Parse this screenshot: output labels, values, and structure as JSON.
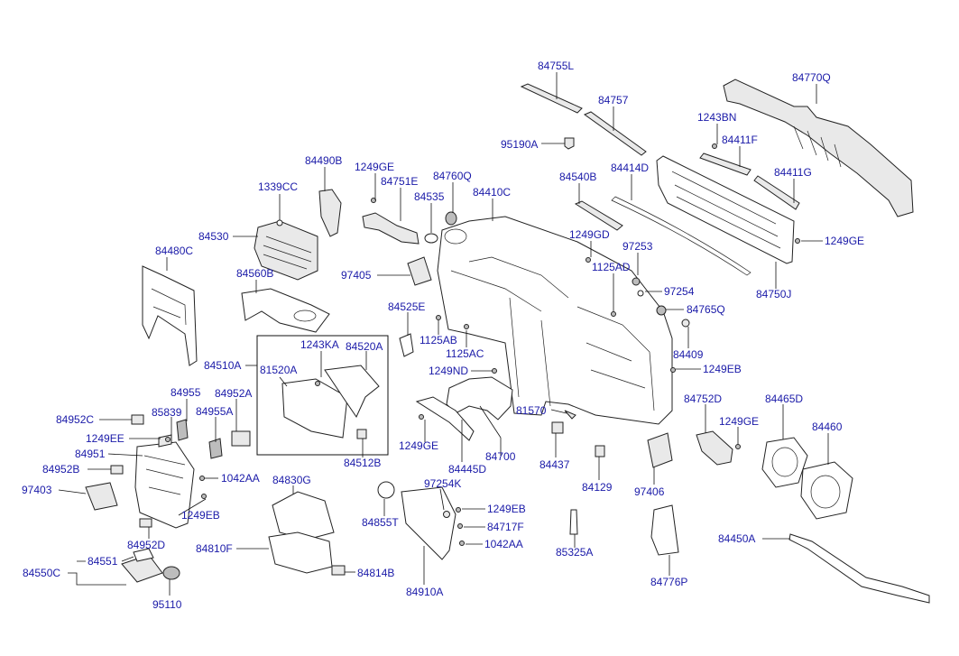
{
  "diagram": {
    "labels": [
      {
        "id": "84755L",
        "text": "84755L"
      },
      {
        "id": "84770Q",
        "text": "84770Q"
      },
      {
        "id": "84757",
        "text": "84757"
      },
      {
        "id": "1243BN",
        "text": "1243BN"
      },
      {
        "id": "95190A",
        "text": "95190A"
      },
      {
        "id": "84411F",
        "text": "84411F"
      },
      {
        "id": "84490B",
        "text": "84490B"
      },
      {
        "id": "1249GE_a",
        "text": "1249GE"
      },
      {
        "id": "84760Q",
        "text": "84760Q"
      },
      {
        "id": "84540B",
        "text": "84540B"
      },
      {
        "id": "84414D",
        "text": "84414D"
      },
      {
        "id": "84411G",
        "text": "84411G"
      },
      {
        "id": "1339CC",
        "text": "1339CC"
      },
      {
        "id": "84751E",
        "text": "84751E"
      },
      {
        "id": "84535",
        "text": "84535"
      },
      {
        "id": "84410C",
        "text": "84410C"
      },
      {
        "id": "84530",
        "text": "84530"
      },
      {
        "id": "1249GD",
        "text": "1249GD"
      },
      {
        "id": "1249GE_b",
        "text": "1249GE"
      },
      {
        "id": "84480C",
        "text": "84480C"
      },
      {
        "id": "97253",
        "text": "97253"
      },
      {
        "id": "1125AD",
        "text": "1125AD"
      },
      {
        "id": "97405",
        "text": "97405"
      },
      {
        "id": "84560B",
        "text": "84560B"
      },
      {
        "id": "97254",
        "text": "97254"
      },
      {
        "id": "84750J",
        "text": "84750J"
      },
      {
        "id": "84525E",
        "text": "84525E"
      },
      {
        "id": "84765Q",
        "text": "84765Q"
      },
      {
        "id": "1125AB",
        "text": "1125AB"
      },
      {
        "id": "1243KA",
        "text": "1243KA"
      },
      {
        "id": "84520A",
        "text": "84520A"
      },
      {
        "id": "1125AC",
        "text": "1125AC"
      },
      {
        "id": "84409",
        "text": "84409"
      },
      {
        "id": "84510A",
        "text": "84510A"
      },
      {
        "id": "81520A",
        "text": "81520A"
      },
      {
        "id": "1249ND",
        "text": "1249ND"
      },
      {
        "id": "1249EB_a",
        "text": "1249EB"
      },
      {
        "id": "84955",
        "text": "84955"
      },
      {
        "id": "84952A",
        "text": "84952A"
      },
      {
        "id": "84752D",
        "text": "84752D"
      },
      {
        "id": "84465D",
        "text": "84465D"
      },
      {
        "id": "85839",
        "text": "85839"
      },
      {
        "id": "84955A",
        "text": "84955A"
      },
      {
        "id": "81570",
        "text": "81570"
      },
      {
        "id": "1249GE_c",
        "text": "1249GE"
      },
      {
        "id": "84952C",
        "text": "84952C"
      },
      {
        "id": "84460",
        "text": "84460"
      },
      {
        "id": "1249EE",
        "text": "1249EE"
      },
      {
        "id": "1249GE_d",
        "text": "1249GE"
      },
      {
        "id": "84951",
        "text": "84951"
      },
      {
        "id": "84700",
        "text": "84700"
      },
      {
        "id": "84512B",
        "text": "84512B"
      },
      {
        "id": "84952B",
        "text": "84952B"
      },
      {
        "id": "84445D",
        "text": "84445D"
      },
      {
        "id": "84437",
        "text": "84437"
      },
      {
        "id": "1042AA_a",
        "text": "1042AA"
      },
      {
        "id": "84830G",
        "text": "84830G"
      },
      {
        "id": "97254K",
        "text": "97254K"
      },
      {
        "id": "97403",
        "text": "97403"
      },
      {
        "id": "84129",
        "text": "84129"
      },
      {
        "id": "97406",
        "text": "97406"
      },
      {
        "id": "1249EB_b",
        "text": "1249EB"
      },
      {
        "id": "1249EB_c",
        "text": "1249EB"
      },
      {
        "id": "84855T",
        "text": "84855T"
      },
      {
        "id": "84717F",
        "text": "84717F"
      },
      {
        "id": "84952D",
        "text": "84952D"
      },
      {
        "id": "84450A",
        "text": "84450A"
      },
      {
        "id": "84810F",
        "text": "84810F"
      },
      {
        "id": "1042AA_b",
        "text": "1042AA"
      },
      {
        "id": "85325A",
        "text": "85325A"
      },
      {
        "id": "84551",
        "text": "84551"
      },
      {
        "id": "84550C",
        "text": "84550C"
      },
      {
        "id": "84814B",
        "text": "84814B"
      },
      {
        "id": "84776P",
        "text": "84776P"
      },
      {
        "id": "84910A",
        "text": "84910A"
      },
      {
        "id": "95110",
        "text": "95110"
      }
    ]
  }
}
